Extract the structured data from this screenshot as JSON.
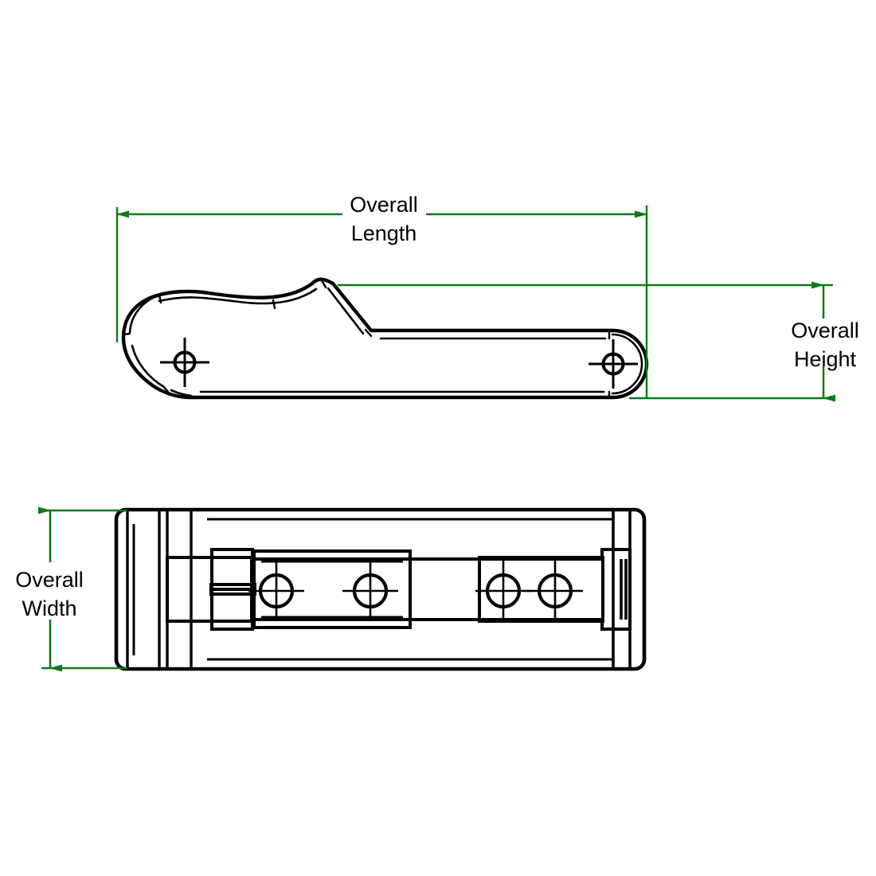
{
  "drawing": {
    "title": "Technical dimension drawing of a latch / hinge bracket",
    "background_color": "#ffffff",
    "line_color": "#000000",
    "dimension_color": "#0d7a16",
    "views": [
      {
        "name": "side-elevation-view",
        "description": "Side profile of the bracket with two mounting holes"
      },
      {
        "name": "plan-view",
        "description": "Plan / bottom view of the bracket with four mounting holes"
      }
    ]
  },
  "dimensions": {
    "overall_length": {
      "label_line1": "Overall",
      "label_line2": "Length",
      "orientation": "horizontal",
      "view": "side-elevation-view"
    },
    "overall_height": {
      "label_line1": "Overall",
      "label_line2": "Height",
      "orientation": "vertical",
      "view": "side-elevation-view"
    },
    "overall_width": {
      "label_line1": "Overall",
      "label_line2": "Width",
      "orientation": "vertical",
      "view": "plan-view"
    }
  },
  "colors": {
    "dimension_green": "#0d7a16",
    "outline_black": "#000000",
    "paper_white": "#ffffff"
  }
}
